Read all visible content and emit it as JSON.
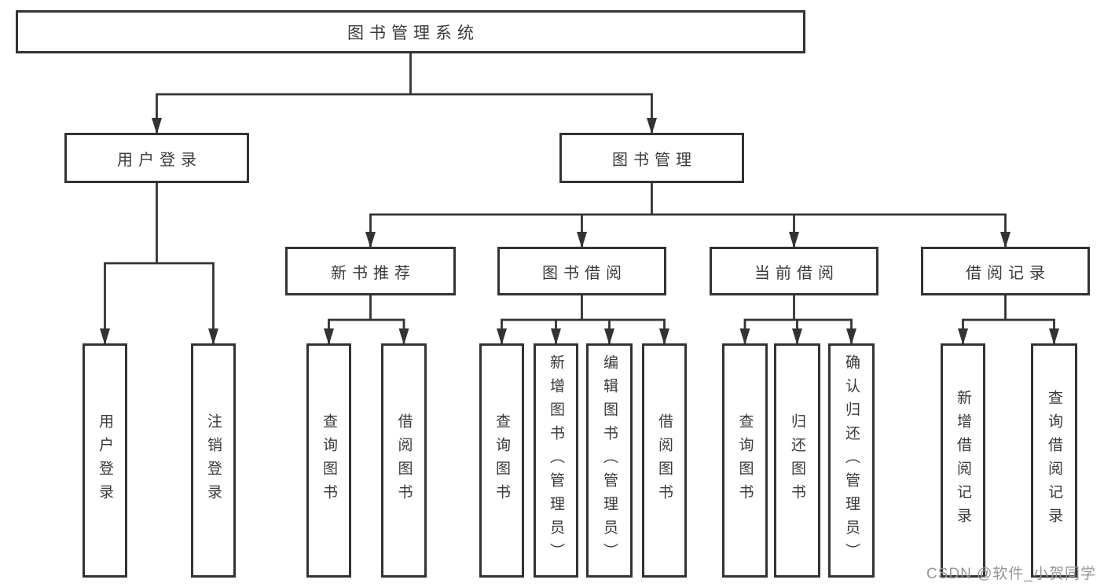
{
  "diagram_title": "图书管理系统",
  "nodes": [
    {
      "id": "root",
      "label": "图书管理系统",
      "orientation": "horizontal"
    },
    {
      "id": "user-login",
      "label": "用户登录",
      "orientation": "horizontal"
    },
    {
      "id": "book-mgmt",
      "label": "图书管理",
      "orientation": "horizontal"
    },
    {
      "id": "new-book-rec",
      "label": "新书推荐",
      "orientation": "horizontal"
    },
    {
      "id": "book-borrow",
      "label": "图书借阅",
      "orientation": "horizontal"
    },
    {
      "id": "current-borrow",
      "label": "当前借阅",
      "orientation": "horizontal"
    },
    {
      "id": "borrow-records",
      "label": "借阅记录",
      "orientation": "horizontal"
    },
    {
      "id": "login",
      "label": "用户登录",
      "orientation": "vertical"
    },
    {
      "id": "logout",
      "label": "注销登录",
      "orientation": "vertical"
    },
    {
      "id": "nb-search",
      "label": "查询图书",
      "orientation": "vertical"
    },
    {
      "id": "nb-borrow",
      "label": "借阅图书",
      "orientation": "vertical"
    },
    {
      "id": "bb-search",
      "label": "查询图书",
      "orientation": "vertical"
    },
    {
      "id": "bb-add",
      "label": "新增图书（管理员）",
      "orientation": "vertical"
    },
    {
      "id": "bb-edit",
      "label": "编辑图书（管理员）",
      "orientation": "vertical"
    },
    {
      "id": "bb-borrow",
      "label": "借阅图书",
      "orientation": "vertical"
    },
    {
      "id": "cb-search",
      "label": "查询图书",
      "orientation": "vertical"
    },
    {
      "id": "cb-return",
      "label": "归还图书",
      "orientation": "vertical"
    },
    {
      "id": "cb-confirm",
      "label": "确认归还（管理员）",
      "orientation": "vertical"
    },
    {
      "id": "br-add",
      "label": "新增借阅记录",
      "orientation": "vertical"
    },
    {
      "id": "br-search",
      "label": "查询借阅记录",
      "orientation": "vertical"
    }
  ],
  "edges": [
    {
      "parent": "root",
      "children": [
        "user-login",
        "book-mgmt"
      ]
    },
    {
      "parent": "user-login",
      "children": [
        "login",
        "logout"
      ]
    },
    {
      "parent": "book-mgmt",
      "children": [
        "new-book-rec",
        "book-borrow",
        "current-borrow",
        "borrow-records"
      ]
    },
    {
      "parent": "new-book-rec",
      "children": [
        "nb-search",
        "nb-borrow"
      ]
    },
    {
      "parent": "book-borrow",
      "children": [
        "bb-search",
        "bb-add",
        "bb-edit",
        "bb-borrow"
      ]
    },
    {
      "parent": "current-borrow",
      "children": [
        "cb-search",
        "cb-return",
        "cb-confirm"
      ]
    },
    {
      "parent": "borrow-records",
      "children": [
        "br-add",
        "br-search"
      ]
    }
  ],
  "watermark": "CSDN @软件_小贺同学",
  "colors": {
    "line": "#333333",
    "box_border": "#333333",
    "text": "#3a3a3a",
    "background": "#ffffff",
    "watermark": "#969696"
  }
}
